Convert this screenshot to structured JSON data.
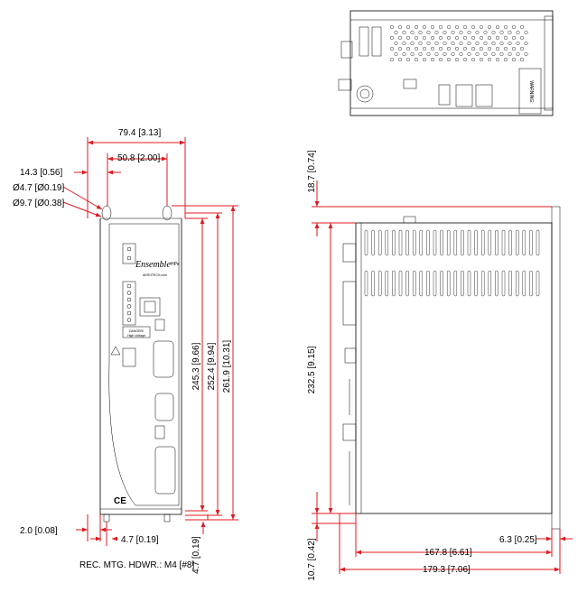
{
  "front": {
    "brand": "Ensemble",
    "brand_suffix": "HPe",
    "maker": "AEROTECH.com",
    "danger_label": "DANGER!",
    "danger_sub": "High Voltage",
    "ce_mark": "CE"
  },
  "top_view": {
    "warning_title": "WARNING:"
  },
  "dims": {
    "width_overall": "79.4 [3.13]",
    "hole_spacing": "50.8 [2.00]",
    "hole_offset": "14.3 [0.56]",
    "hole_small": "Ø4.7 [Ø0.19]",
    "hole_large": "Ø9.7 [Ø0.38]",
    "h1": "245.3 [9.66]",
    "h2": "252.4 [9.94]",
    "h3": "261.9 [10.31]",
    "bottom_edge": "2.0 [0.08]",
    "bottom_slot": "4.7 [0.19]",
    "bottom_slot_v": "4.7 [0.19]",
    "mounting_note": "REC. MTG. HDWR.: M4 [#8]",
    "side_top": "18.7 [0.74]",
    "side_height": "232.5 [9.15]",
    "side_bottom": "10.7 [0.42]",
    "side_right": "6.3 [0.25]",
    "side_depth1": "167.8 [6.61]",
    "side_depth2": "179.3 [7.06]"
  }
}
